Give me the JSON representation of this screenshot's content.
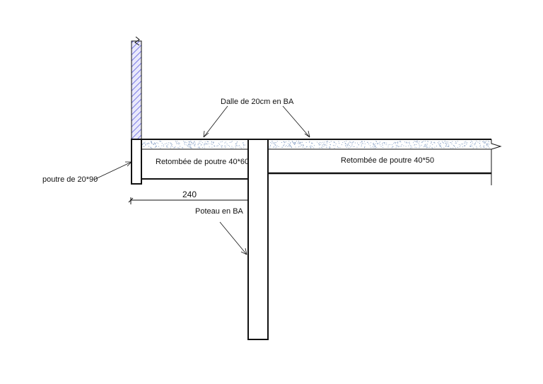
{
  "labels": {
    "slab": "Dalle de 20cm en BA",
    "beam_left": "Retombée de poutre 40*60",
    "beam_right": "Retombée de poutre 40*50",
    "edge_beam": "poutre de 20*90",
    "column": "Poteau en BA",
    "dimension": "240"
  },
  "colors": {
    "line": "#111111",
    "hatch": "#5a5adf",
    "concrete_dots": "#8fa6c8"
  }
}
